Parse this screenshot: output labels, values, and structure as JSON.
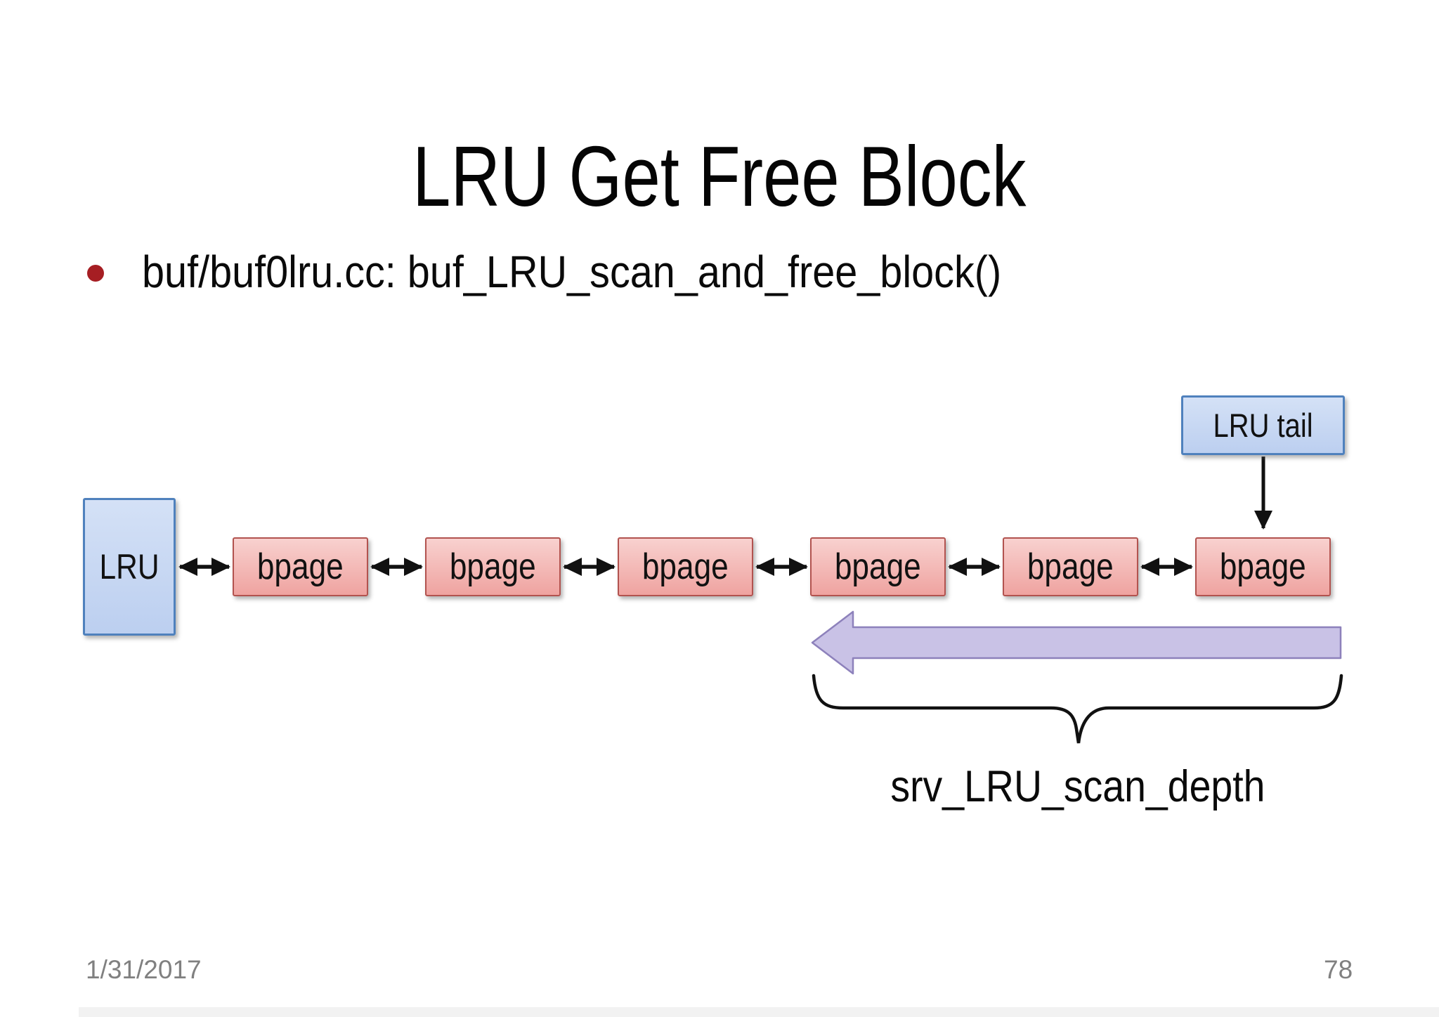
{
  "slide": {
    "title": "LRU Get Free Block",
    "bullet": "buf/buf0lru.cc: buf_LRU_scan_and_free_block()",
    "footer_date": "1/31/2017",
    "page_number": "78"
  },
  "diagram": {
    "lru_label": "LRU",
    "lru_tail_label": "LRU tail",
    "bpage_nodes": [
      "bpage",
      "bpage",
      "bpage",
      "bpage",
      "bpage",
      "bpage"
    ],
    "scan_depth_label": "srv_LRU_scan_depth",
    "colors": {
      "blue_box_fill_top": "#d4e1f6",
      "blue_box_fill_bottom": "#bccff0",
      "blue_box_border": "#4f81bd",
      "pink_box_fill_top": "#f8d1cf",
      "pink_box_fill_bottom": "#efa3a0",
      "pink_box_border": "#b2534f",
      "scan_arrow_fill": "#c9c2e6",
      "scan_arrow_border": "#8d81bb",
      "bullet_dot": "#a61e23",
      "footer_text": "#808080"
    }
  }
}
